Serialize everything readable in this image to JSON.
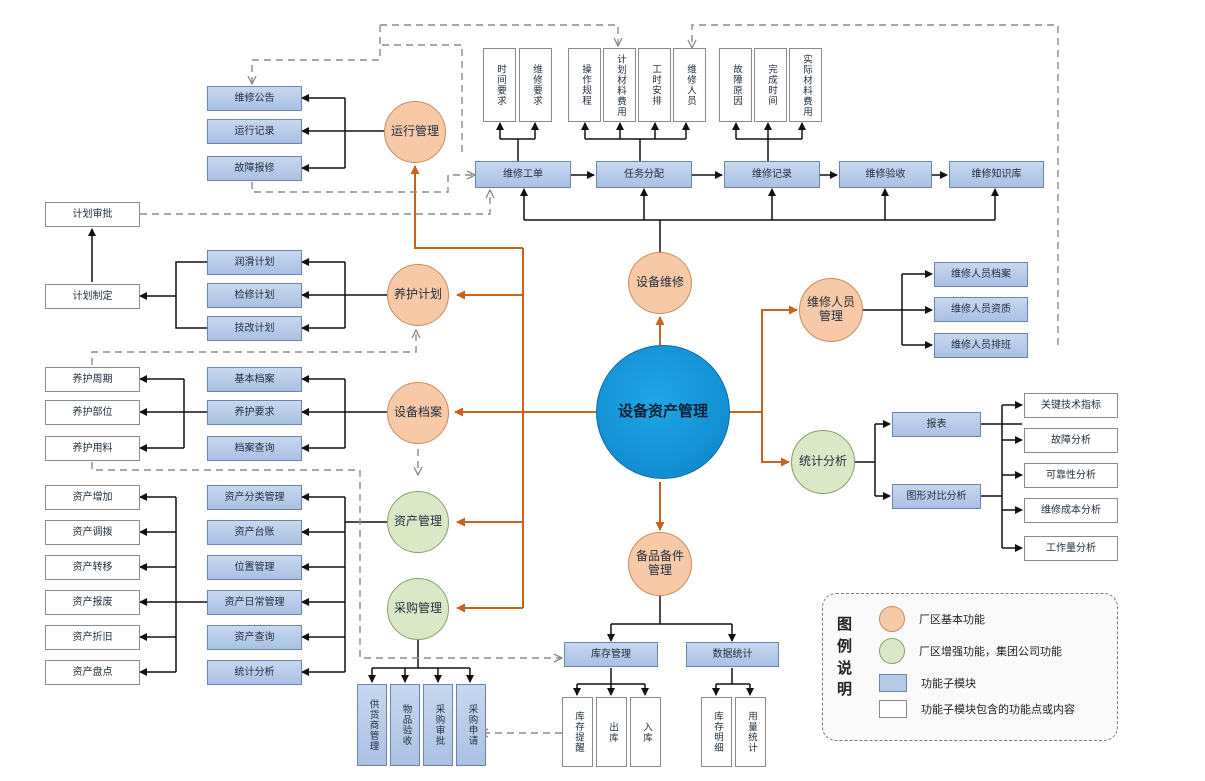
{
  "core": "设备资产管理",
  "modules": {
    "operation": "运行管理",
    "maintenance_plan": "养护计划",
    "equipment_archive": "设备档案",
    "asset_management": "资产管理",
    "procurement": "采购管理",
    "equipment_repair": "设备维修",
    "spare_parts": "备品备件管理",
    "repair_staff": "维修人员管理",
    "statistics": "统计分析"
  },
  "operation_items": [
    "维修公告",
    "运行记录",
    "故障报修"
  ],
  "plan_items": [
    "润滑计划",
    "检修计划",
    "技改计划"
  ],
  "plan_left": {
    "approve": "计划审批",
    "make": "计划制定"
  },
  "archive_items": [
    "基本档案",
    "养护要求",
    "档案查询"
  ],
  "archive_left": [
    "养护周期",
    "养护部位",
    "养护用料"
  ],
  "asset_items": [
    "资产分类管理",
    "资产台账",
    "位置管理",
    "资产日常管理",
    "资产查询",
    "统计分析"
  ],
  "asset_left": [
    "资产增加",
    "资产调拨",
    "资产转移",
    "资产报废",
    "资产折旧",
    "资产盘点"
  ],
  "procurement_items": [
    "供货商管理",
    "物品验收",
    "采购审批",
    "采购申请"
  ],
  "repair_flow": [
    "维修工单",
    "任务分配",
    "维修记录",
    "维修验收",
    "维修知识库"
  ],
  "work_order_items": [
    "时间要求",
    "维修要求"
  ],
  "assign_items": [
    "操作规程",
    "计划材料费用",
    "工时安排",
    "维修人员"
  ],
  "record_items": [
    "故障原因",
    "完成时间",
    "实际材料费用"
  ],
  "spare_modules": [
    "库存管理",
    "数据统计"
  ],
  "inventory_items": [
    "库存提醒",
    "出库",
    "入库"
  ],
  "data_stat_items": [
    "库存明细",
    "用量统计"
  ],
  "staff_items": [
    "维修人员档案",
    "维修人员资质",
    "维修人员排班"
  ],
  "stats_modules": [
    "报表",
    "图形对比分析"
  ],
  "stats_items": [
    "关键技术指标",
    "故障分析",
    "可靠性分析",
    "维修成本分析",
    "工作量分析"
  ],
  "legend": {
    "title": "图例说明",
    "items": [
      "厂区基本功能",
      "厂区增强功能，集团公司功能",
      "功能子模块",
      "功能子模块包含的功能点或内容"
    ],
    "colors": {
      "peach": "#f7c9a6",
      "green": "#dbe8c6",
      "blue": "#b4cbe8",
      "white": "#ffffff"
    }
  }
}
